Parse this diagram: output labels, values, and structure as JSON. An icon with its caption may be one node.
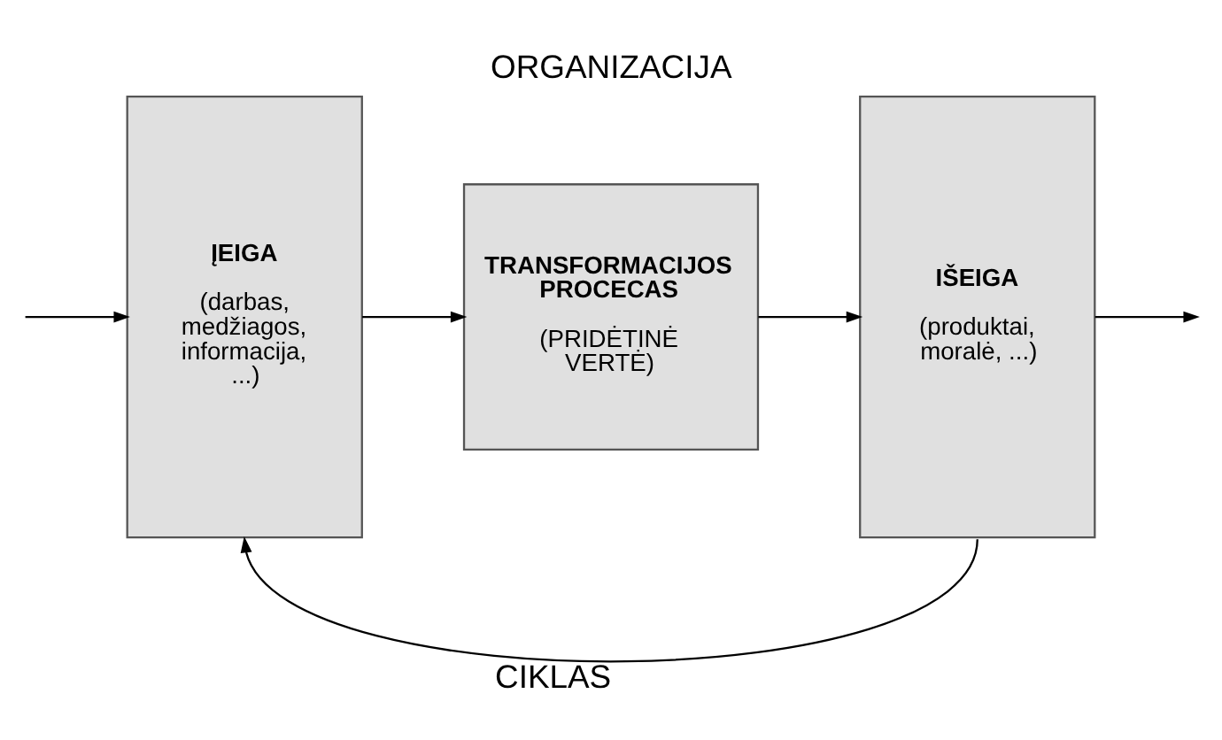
{
  "diagram": {
    "title": "ORGANIZACIJA",
    "nodes": [
      {
        "text": [
          "ĮEIGA",
          "(darbas, medžiagos, informacija, ...)"
        ]
      },
      {
        "text": [
          "TRANSFORMACIJOS PROCECAS",
          "(PRIDĖTINĖ VERTĖ)"
        ]
      },
      {
        "text": [
          "IŠEIGA",
          "(produktai, moralė, ...)"
        ]
      }
    ],
    "edges": [
      {
        "from": null,
        "to": 0,
        "arrow": "to"
      },
      {
        "from": 0,
        "to": 1,
        "arrow": "to"
      },
      {
        "from": 1,
        "to": 2,
        "arrow": "to"
      },
      {
        "from": 2,
        "to": null,
        "arrow": "to"
      },
      {
        "from": 2,
        "to": 0,
        "arrow": "to",
        "label": "CIKLAS"
      }
    ]
  }
}
